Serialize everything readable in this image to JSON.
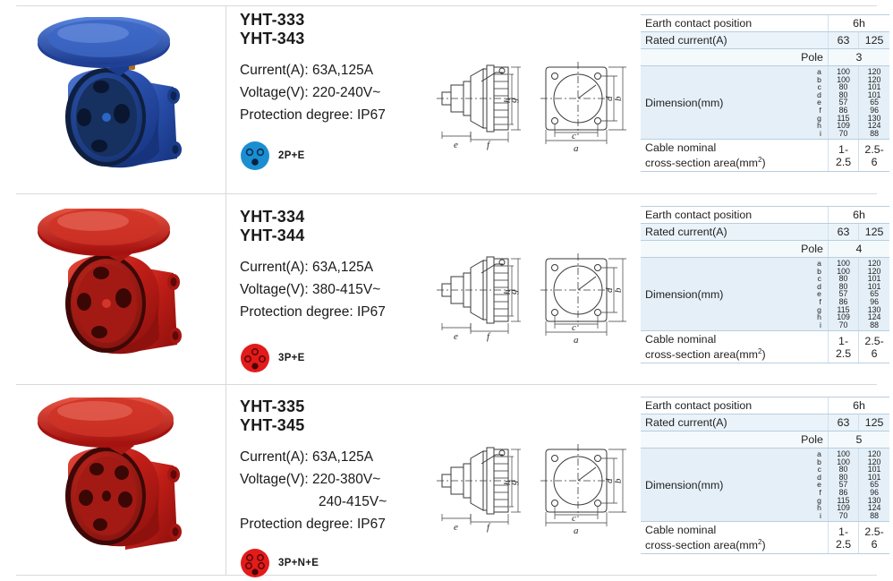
{
  "table_headers": {
    "earth_contact": "Earth contact position",
    "rated_current": "Rated current(A)",
    "pole": "Pole",
    "dimension": "Dimension(mm)",
    "cable_line1": "Cable nominal",
    "cable_line2": "cross-section area(mm",
    "cable_sup": "2",
    "cable_close": ")"
  },
  "dimension_letters": [
    "a",
    "b",
    "c",
    "d",
    "e",
    "f",
    "g",
    "h",
    "i"
  ],
  "products": [
    {
      "model_1": "YHT-333",
      "model_2": "YHT-343",
      "current": "Current(A): 63A,125A",
      "voltage_1": "Voltage(V): 220-240V~",
      "voltage_2": "",
      "protection": "Protection degree: IP67",
      "pin_label": "2P+E",
      "pin_color": "#1b8ed2",
      "body_color": "#1f4fa8",
      "earth_contact": "6h",
      "rated_current_1": "63",
      "rated_current_2": "125",
      "pole": "3",
      "dim_col_1": [
        "100",
        "100",
        "80",
        "80",
        "57",
        "86",
        "115",
        "109",
        "70"
      ],
      "dim_col_2": [
        "120",
        "120",
        "101",
        "101",
        "65",
        "96",
        "130",
        "124",
        "88"
      ],
      "cable_1": "1-2.5",
      "cable_2": "2.5-6"
    },
    {
      "model_1": "YHT-334",
      "model_2": "YHT-344",
      "current": "Current(A): 63A,125A",
      "voltage_1": "Voltage(V): 380-415V~",
      "voltage_2": "",
      "protection": "Protection degree: IP67",
      "pin_label": "3P+E",
      "pin_color": "#e21b1b",
      "body_color": "#c21515",
      "earth_contact": "6h",
      "rated_current_1": "63",
      "rated_current_2": "125",
      "pole": "4",
      "dim_col_1": [
        "100",
        "100",
        "80",
        "80",
        "57",
        "86",
        "115",
        "109",
        "70"
      ],
      "dim_col_2": [
        "120",
        "120",
        "101",
        "101",
        "65",
        "96",
        "130",
        "124",
        "88"
      ],
      "cable_1": "1-2.5",
      "cable_2": "2.5-6"
    },
    {
      "model_1": "YHT-335",
      "model_2": "YHT-345",
      "current": "Current(A): 63A,125A",
      "voltage_1": "Voltage(V): 220-380V~",
      "voltage_2": "240-415V~",
      "protection": "Protection degree: IP67",
      "pin_label": "3P+N+E",
      "pin_color": "#e21b1b",
      "body_color": "#c21515",
      "earth_contact": "6h",
      "rated_current_1": "63",
      "rated_current_2": "125",
      "pole": "5",
      "dim_col_1": [
        "100",
        "100",
        "80",
        "80",
        "57",
        "86",
        "115",
        "109",
        "70"
      ],
      "dim_col_2": [
        "120",
        "120",
        "101",
        "101",
        "65",
        "96",
        "130",
        "124",
        "88"
      ],
      "cable_1": "1-2.5",
      "cable_2": "2.5-6"
    }
  ],
  "drawing_labels": {
    "e": "e",
    "f": "f",
    "g": "g",
    "h": "h",
    "a": "a",
    "b": "b",
    "c": "c",
    "d": "d"
  }
}
